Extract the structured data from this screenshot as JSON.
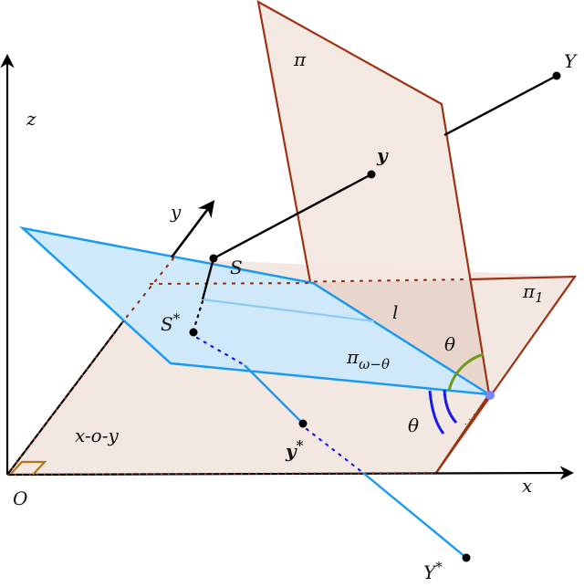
{
  "figure": {
    "title": "Geometric illustration of planes and projections",
    "colors": {
      "plane_fill": "#f3e7e2",
      "plane_shade": "#e8d5cc",
      "plane_edge": "#9b3414",
      "blue_plane_fill": "#cce9fb",
      "blue_edge": "#1a9af0",
      "blue_dotted": "#1a1ae6",
      "green_arc": "#6e9a1c",
      "right_angle": "#b07818",
      "point": "#000000",
      "vertex_point": "#7b86f2"
    },
    "labels": {
      "z_axis": "z",
      "x_axis": "x",
      "y_axis": "y",
      "origin": "O",
      "plane_pi": "π",
      "plane_pi1": "π",
      "plane_pi1_sub": "1",
      "plane_pi_omega": "π",
      "plane_pi_omega_sub": "ω−θ",
      "point_Y": "Y",
      "point_y": "y",
      "point_S": "S",
      "point_S_star": "S",
      "point_S_star_sup": "*",
      "line_l": "l",
      "angle_theta_upper": "θ",
      "angle_theta_lower": "θ",
      "plane_xoy": "x-o-y",
      "point_y_star": "y",
      "point_y_star_sup": "*",
      "point_Y_star": "Y",
      "point_Y_star_sup": "*"
    }
  }
}
